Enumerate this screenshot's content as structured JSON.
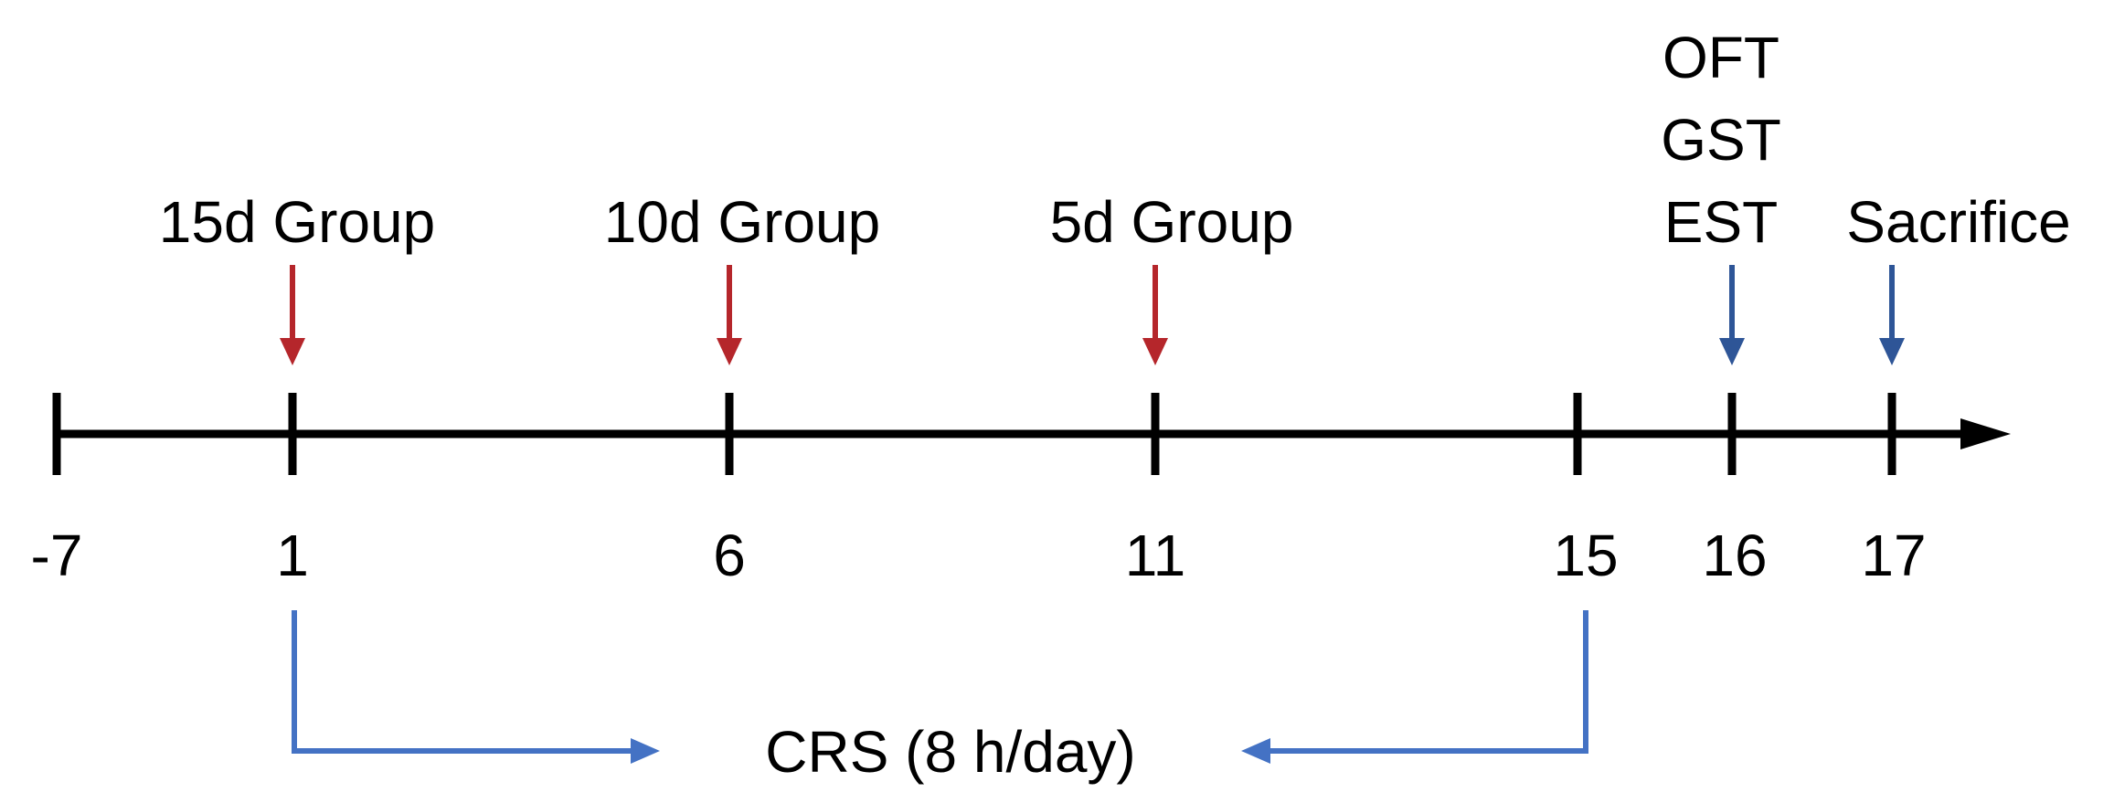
{
  "timeline": {
    "days": [
      "-7",
      "1",
      "6",
      "11",
      "15",
      "16",
      "17"
    ],
    "line_color": "#000000"
  },
  "events": [
    {
      "label": "15d Group",
      "day": "1",
      "color": "#b5262b"
    },
    {
      "label": "10d Group",
      "day": "6",
      "color": "#b5262b"
    },
    {
      "label": "5d Group",
      "day": "11",
      "color": "#b5262b"
    },
    {
      "label": "EST",
      "day": "16",
      "color": "#2e5597"
    },
    {
      "label": "Sacrifice",
      "day": "17",
      "color": "#2e5597"
    }
  ],
  "tests_stack": [
    "OFT",
    "GST"
  ],
  "crs": {
    "label": "CRS (8 h/day)",
    "start_day": "1",
    "end_day": "15",
    "color": "#4472c4"
  }
}
